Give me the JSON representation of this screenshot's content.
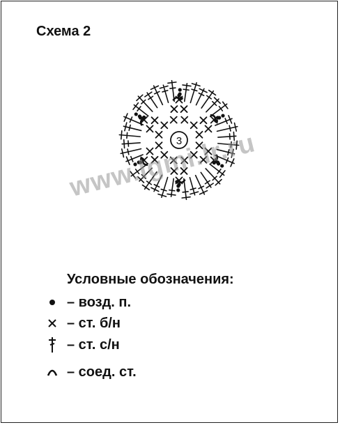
{
  "scheme_title": "Схема 2",
  "center_label": "3",
  "watermark": "www.lgmi.lr.ru",
  "legend": {
    "title": "Условные обозначения:",
    "items": [
      {
        "symbol": "chain-stitch-icon",
        "text": "– возд. п."
      },
      {
        "symbol": "single-crochet-icon",
        "text": "– ст. б/н"
      },
      {
        "symbol": "double-crochet-icon",
        "text": "– ст. с/н"
      },
      {
        "symbol": "slip-stitch-icon",
        "text": "– соед. ст."
      }
    ]
  }
}
